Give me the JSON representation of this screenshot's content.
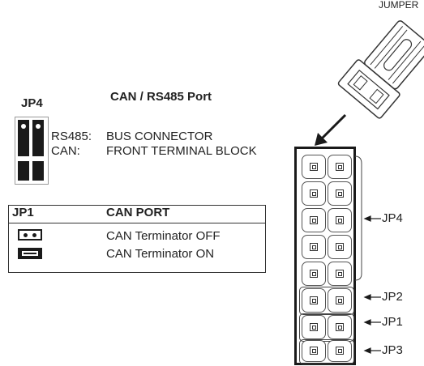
{
  "header": {
    "jumper_label": "JUMPER"
  },
  "jp4_legend": {
    "title": "JP4",
    "heading": "CAN / RS485 Port",
    "rows": [
      {
        "mode": "RS485:",
        "desc": "BUS CONNECTOR"
      },
      {
        "mode": "CAN:",
        "desc": "FRONT TERMINAL BLOCK"
      }
    ]
  },
  "jp1_table": {
    "col1": "JP1",
    "col2": "CAN PORT",
    "rows": [
      {
        "state": "open",
        "desc": "CAN Terminator OFF"
      },
      {
        "state": "closed",
        "desc": "CAN Terminator ON"
      }
    ]
  },
  "header_labels": [
    "JP4",
    "JP2",
    "JP1",
    "JP3"
  ],
  "colors": {
    "ink": "#1a1a1a",
    "line": "#333333"
  }
}
